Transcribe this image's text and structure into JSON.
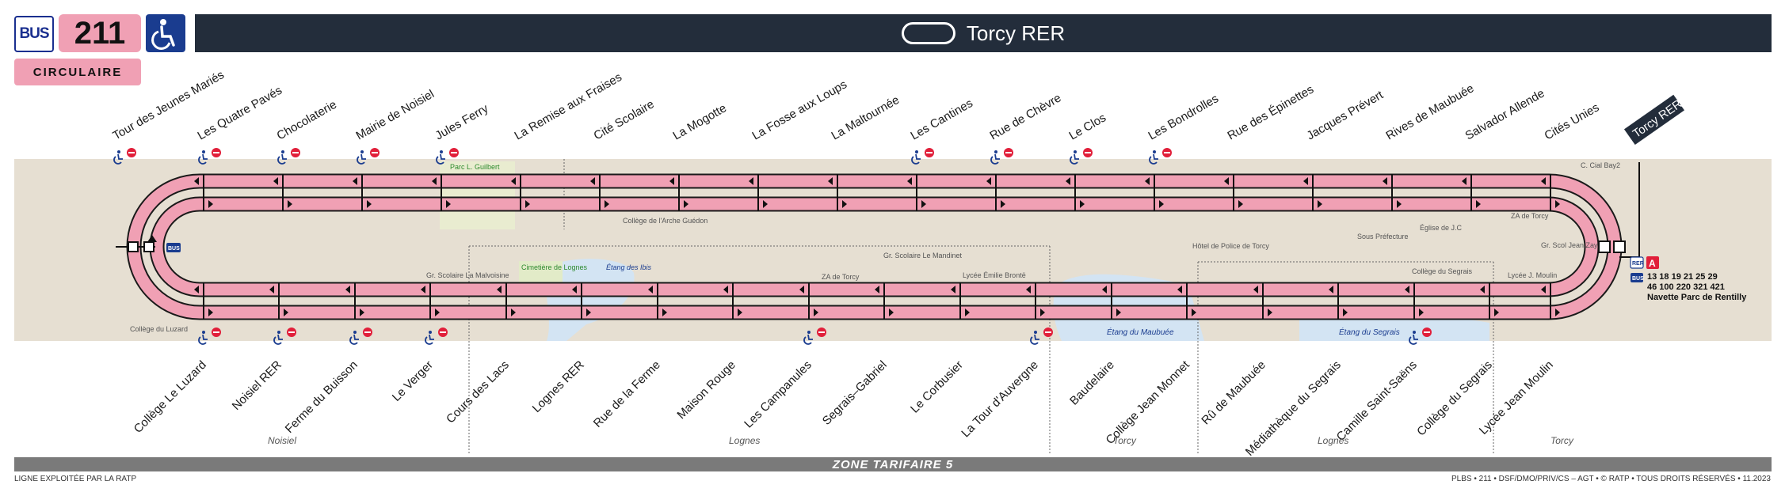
{
  "header": {
    "mode_label": "BUS",
    "line_number": "211",
    "line_type": "CIRCULAIRE",
    "destination": "Torcy RER",
    "colors": {
      "line": "#f0a0b4",
      "dark": "#232d3b",
      "navy": "#1a3c8f",
      "background": "#e6dfd2"
    }
  },
  "top_stops": [
    {
      "name": "Tour des Jeunes Mariés",
      "accessible": true,
      "no_entry": true
    },
    {
      "name": "Les Quatre Pavés",
      "accessible": true,
      "no_entry": true
    },
    {
      "name": "Chocolaterie",
      "accessible": true,
      "no_entry": true
    },
    {
      "name": "Mairie de Noisiel",
      "accessible": true,
      "no_entry": true
    },
    {
      "name": "Jules Ferry",
      "accessible": true,
      "no_entry": true
    },
    {
      "name": "La Remise aux Fraises",
      "accessible": false,
      "no_entry": false
    },
    {
      "name": "Cité Scolaire",
      "accessible": false,
      "no_entry": false
    },
    {
      "name": "La Mogotte",
      "accessible": false,
      "no_entry": false
    },
    {
      "name": "La Fosse aux Loups",
      "accessible": false,
      "no_entry": false
    },
    {
      "name": "La Maltournée",
      "accessible": false,
      "no_entry": false
    },
    {
      "name": "Les Cantines",
      "accessible": true,
      "no_entry": true
    },
    {
      "name": "Rue de Chèvre",
      "accessible": true,
      "no_entry": true
    },
    {
      "name": "Le Clos",
      "accessible": true,
      "no_entry": true
    },
    {
      "name": "Les Bondrolles",
      "accessible": true,
      "no_entry": true
    },
    {
      "name": "Rue des Épinettes",
      "accessible": false,
      "no_entry": false
    },
    {
      "name": "Jacques Prévert",
      "accessible": false,
      "no_entry": false
    },
    {
      "name": "Rives de Maubuée",
      "accessible": false,
      "no_entry": false
    },
    {
      "name": "Salvador Allende",
      "accessible": false,
      "no_entry": false
    },
    {
      "name": "Cités Unies",
      "accessible": false,
      "no_entry": false
    }
  ],
  "terminus": {
    "name": "Torcy RER",
    "connections_line1": "13 18 19 21 25 29",
    "connections_line2": "46 100 220 321 421",
    "connections_line3": "Navette Parc de Rentilly"
  },
  "bottom_stops": [
    {
      "name": "Collège Le Luzard",
      "accessible": true,
      "no_entry": true
    },
    {
      "name": "Noisiel RER",
      "accessible": true,
      "no_entry": true
    },
    {
      "name": "Ferme du Buisson",
      "accessible": true,
      "no_entry": true
    },
    {
      "name": "Le Verger",
      "accessible": true,
      "no_entry": true
    },
    {
      "name": "Cours des Lacs",
      "accessible": false,
      "no_entry": false
    },
    {
      "name": "Lognes RER",
      "accessible": false,
      "no_entry": false
    },
    {
      "name": "Rue de la Ferme",
      "accessible": false,
      "no_entry": false
    },
    {
      "name": "Maison  Rouge",
      "accessible": false,
      "no_entry": false
    },
    {
      "name": "Les Campanules",
      "accessible": true,
      "no_entry": true
    },
    {
      "name": "Segrais–Gabriel",
      "accessible": false,
      "no_entry": false
    },
    {
      "name": "Le Corbusier",
      "accessible": false,
      "no_entry": false
    },
    {
      "name": "La Tour d'Auvergne",
      "accessible": true,
      "no_entry": true
    },
    {
      "name": "Baudelaire",
      "accessible": false,
      "no_entry": false
    },
    {
      "name": "Collège Jean Monnet",
      "accessible": false,
      "no_entry": false
    },
    {
      "name": "Rû de Maubuée",
      "accessible": false,
      "no_entry": false
    },
    {
      "name": "Médiathèque du Segrais",
      "accessible": false,
      "no_entry": false
    },
    {
      "name": "Camille Saint-Saëns",
      "accessible": true,
      "no_entry": true
    },
    {
      "name": "Collège du Segrais",
      "accessible": false,
      "no_entry": false
    },
    {
      "name": "Lycée Jean Moulin",
      "accessible": false,
      "no_entry": false
    }
  ],
  "landmarks": [
    "Parc L. Guilbert",
    "Collège de l'Arche Guédon",
    "Église de J.C",
    "Sous Préfecture",
    "ZA de Torcy",
    "C. Cial Bay2",
    "Gr. Scol Jean Zay",
    "Lycée J. Moulin",
    "Gr. Scolaire La Malvoisine",
    "Cimetière de Lognes",
    "Étang des Ibis",
    "ZA de Torcy",
    "Gr. Scolaire Le Mandinet",
    "Lycée Émilie Brontë",
    "Hôtel de Police de Torcy",
    "Collège du Segrais",
    "Collège du Luzard",
    "Étang du Maubuée",
    "Étang du Segrais"
  ],
  "zones": [
    "Noisiel",
    "Lognes",
    "Torcy",
    "Lognes",
    "Torcy"
  ],
  "zone_tarifaire": "ZONE TARIFAIRE 5",
  "footer": {
    "left": "LIGNE EXPLOITÉE PAR LA RATP",
    "right": "PLBS • 211 • DSF/DMO/PRIV/CS – AGT • © RATP • TOUS DROITS RÉSERVÉS • 11.2023"
  }
}
